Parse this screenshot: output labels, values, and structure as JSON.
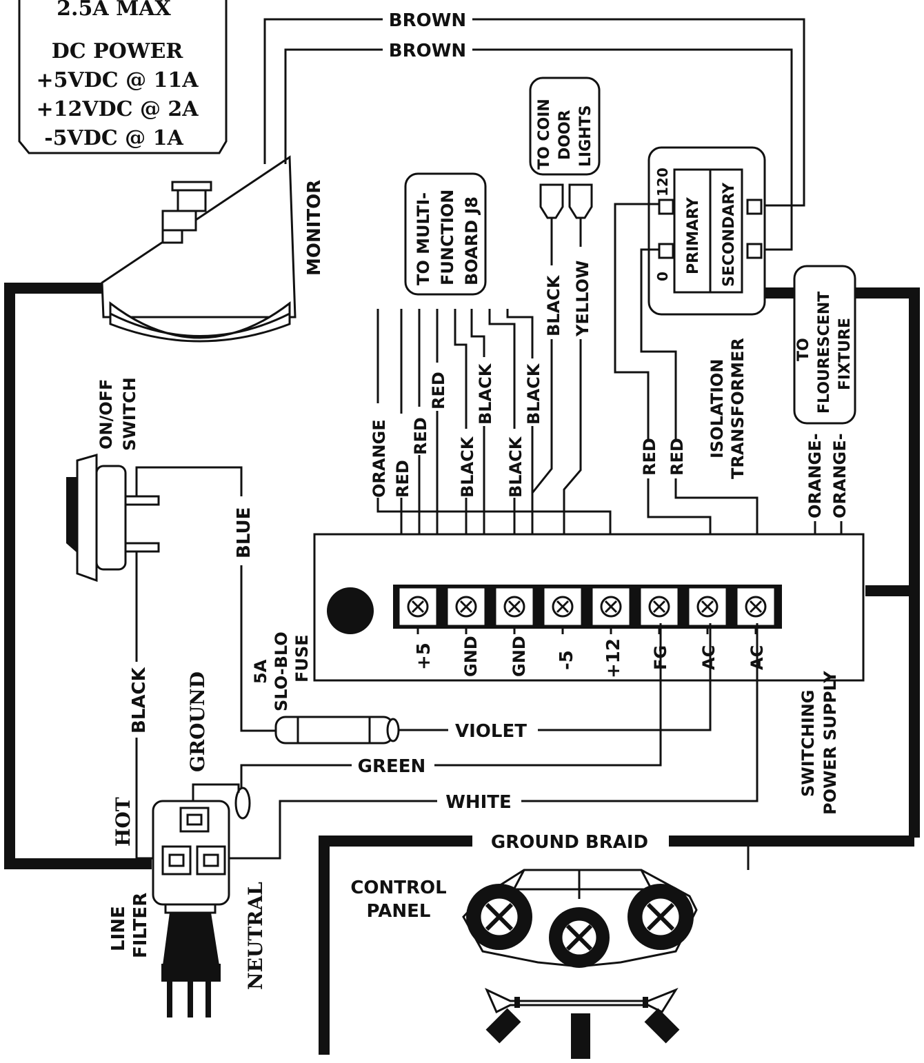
{
  "power_spec": {
    "lines": [
      "2.5A MAX",
      "DC POWER",
      "+5VDC @ 11A",
      "+12VDC @ 2A",
      "-5VDC @ 1A"
    ]
  },
  "components": {
    "monitor": "MONITOR",
    "on_off_switch": [
      "ON/OFF",
      "SWITCH"
    ],
    "fuse": [
      "5A",
      "SLO-BLO",
      "FUSE"
    ],
    "line_filter": [
      "LINE",
      "FILTER"
    ],
    "hot": "HOT",
    "neutral": "NEUTRAL",
    "ground": "GROUND",
    "control_panel": [
      "CONTROL",
      "PANEL"
    ],
    "ground_braid": "GROUND BRAID",
    "switching_power_supply": [
      "SWITCHING",
      "POWER SUPPLY"
    ],
    "isolation_transformer": [
      "ISOLATION",
      "TRANSFORMER"
    ],
    "transformer_primary": "PRIMARY",
    "transformer_secondary": "SECONDARY",
    "tap_120": "120",
    "tap_0": "0"
  },
  "destinations": {
    "multi_function": [
      "TO MULTI-",
      "FUNCTION",
      "BOARD J8"
    ],
    "coin_door": [
      "TO COIN",
      "DOOR",
      "LIGHTS"
    ],
    "fluorescent": [
      "TO",
      "FLOURESCENT",
      "FIXTURE"
    ]
  },
  "terminals": [
    "+5",
    "GND",
    "GND",
    "-5",
    "+12",
    "FG",
    "AC",
    "AC"
  ],
  "wires": {
    "brown_1": "BROWN",
    "brown_2": "BROWN",
    "blue": "BLUE",
    "black_line": "BLACK",
    "violet": "VIOLET",
    "green": "GREEN",
    "white": "WHITE",
    "orange": "ORANGE",
    "red_1": "RED",
    "red_2": "RED",
    "red_3": "RED",
    "black_1": "BLACK",
    "black_2": "BLACK",
    "black_3": "BLACK",
    "black_4": "BLACK",
    "black_coin": "BLACK",
    "yellow_coin": "YELLOW",
    "red_xfmr_1": "RED",
    "red_xfmr_2": "RED",
    "orange_fixture_1": "ORANGE-",
    "orange_fixture_2": "ORANGE-"
  }
}
